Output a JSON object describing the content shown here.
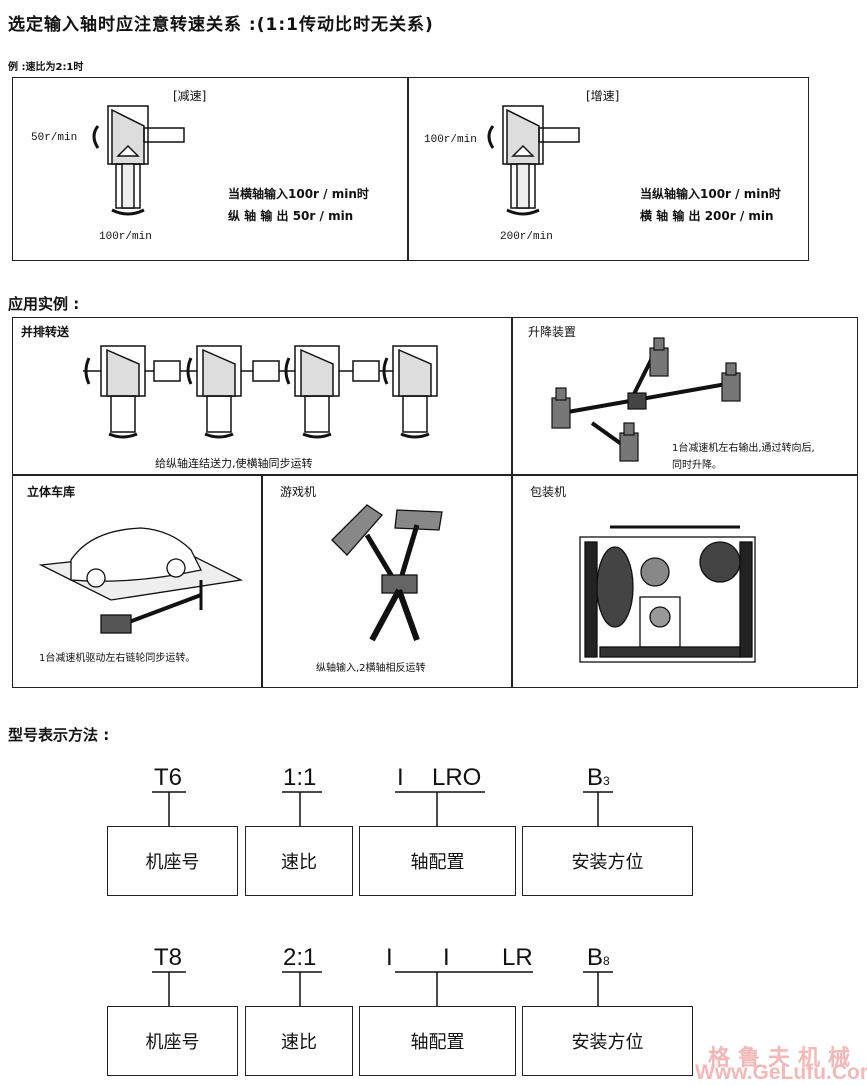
{
  "header": {
    "title": "选定输入轴时应注意转速关系 :(1:1传动比时无关系)",
    "example": "例 :速比为2:1时"
  },
  "speed_examples": {
    "reduce": {
      "label": "[减速]",
      "input_rpm": "50r/min",
      "output_rpm": "100r/min",
      "line1": "当横轴输入100r / min时",
      "line2": "纵 轴 输 出 50r / min"
    },
    "increase": {
      "label": "[增速]",
      "input_rpm": "100r/min",
      "output_rpm": "200r/min",
      "line1": "当纵轴输入100r / min时",
      "line2": "横 轴 输 出 200r / min"
    }
  },
  "applications": {
    "heading": "应用实例 :",
    "parallel": {
      "title": "并排转送",
      "caption": "给纵轴连结送力,使横轴同步运转"
    },
    "lift": {
      "title": "升降装置",
      "caption1": "1台减速机左右输出,通过转向后,",
      "caption2": "同时升降。"
    },
    "garage": {
      "title": "立体车库",
      "caption": "1台减速机驱动左右链轮同步运转。"
    },
    "game": {
      "title": "游戏机",
      "caption": "纵轴输入,2横轴相反运转"
    },
    "packaging": {
      "title": "包装机"
    }
  },
  "model": {
    "heading": "型号表示方法 :",
    "row1": {
      "codes": [
        "T6",
        "1:1",
        "I",
        "LRO",
        "B",
        "3"
      ],
      "boxes": [
        "机座号",
        "速比",
        "轴配置",
        "安装方位"
      ]
    },
    "row2": {
      "codes": [
        "T8",
        "2:1",
        "I",
        "I",
        "LR",
        "B",
        "8"
      ],
      "boxes": [
        "机座号",
        "速比",
        "轴配置",
        "安装方位"
      ]
    }
  },
  "watermark": {
    "cn": "格鲁夫机械",
    "url": "Www.GeLufu.Com"
  }
}
